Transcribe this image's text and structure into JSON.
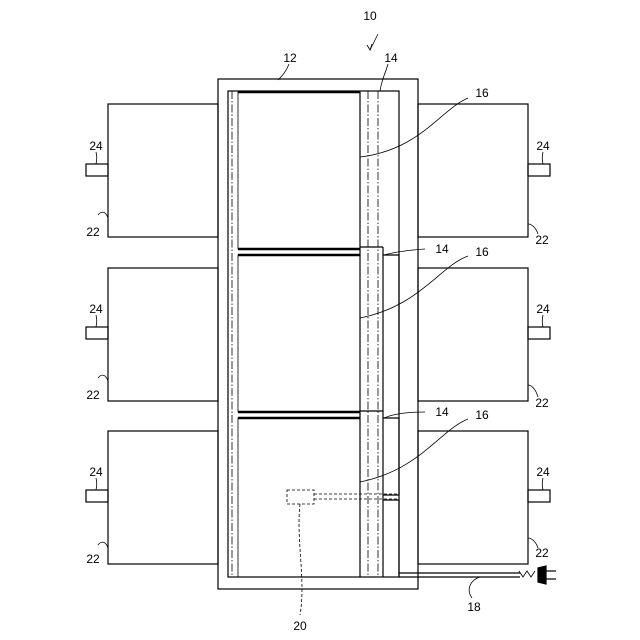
{
  "labels": {
    "device": "10",
    "housing": "12",
    "rail": "14",
    "battery": "16",
    "cord": "18",
    "controller": "20",
    "module": "22",
    "terminal": "24"
  }
}
